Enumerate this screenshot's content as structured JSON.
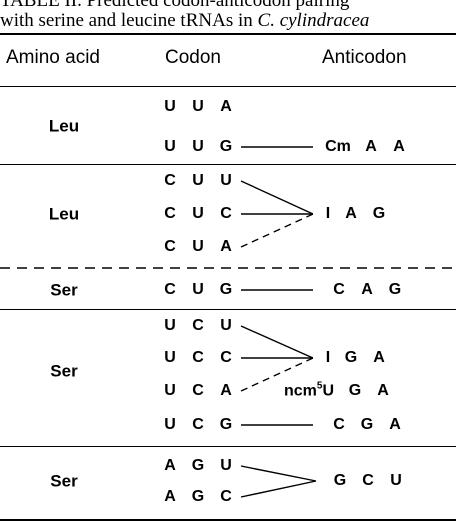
{
  "caption": {
    "line1": "TABLE II. Predicted codon-anticodon pairing",
    "line2_prefix": "with serine and leucine tRNAs in ",
    "line2_species": "C. cylindracea"
  },
  "headers": {
    "amino_acid": "Amino acid",
    "codon": "Codon",
    "anticodon": "Anticodon"
  },
  "groups": [
    {
      "amino_acid": "Leu",
      "codons": [
        {
          "letters": [
            "U",
            "U",
            "A"
          ],
          "anticodon": null
        },
        {
          "letters": [
            "U",
            "U",
            "G"
          ],
          "anticodon": {
            "modified": "Cm",
            "mod_sup": "",
            "letters": [
              "A",
              "A"
            ]
          },
          "link": "solid"
        }
      ]
    },
    {
      "amino_acid": "Leu",
      "codons": [
        {
          "letters": [
            "C",
            "U",
            "U"
          ],
          "link": "solid"
        },
        {
          "letters": [
            "C",
            "U",
            "C"
          ],
          "link": "solid"
        },
        {
          "letters": [
            "C",
            "U",
            "A"
          ],
          "link": "dashed"
        }
      ],
      "shared_anticodon": {
        "modified": "I",
        "mod_sup": "",
        "letters": [
          "A",
          "G"
        ]
      }
    },
    {
      "amino_acid": "Ser",
      "codons": [
        {
          "letters": [
            "C",
            "U",
            "G"
          ],
          "anticodon": {
            "modified": "",
            "mod_sup": "",
            "letters": [
              "C",
              "A",
              "G"
            ]
          },
          "link": "solid"
        }
      ]
    },
    {
      "amino_acid": "Ser",
      "codons": [
        {
          "letters": [
            "U",
            "C",
            "U"
          ],
          "link": "solid"
        },
        {
          "letters": [
            "U",
            "C",
            "C"
          ],
          "link": "solid"
        },
        {
          "letters": [
            "U",
            "C",
            "A"
          ],
          "link": "dashed",
          "anticodon": {
            "modified": "ncm",
            "mod_sup": "5",
            "mod_after": "U",
            "letters": [
              "G",
              "A"
            ]
          }
        },
        {
          "letters": [
            "U",
            "C",
            "G"
          ],
          "link": "solid",
          "anticodon": {
            "modified": "",
            "mod_sup": "",
            "letters": [
              "C",
              "G",
              "A"
            ]
          }
        }
      ],
      "shared_anticodon": {
        "modified": "I",
        "mod_sup": "",
        "letters": [
          "G",
          "A"
        ]
      }
    },
    {
      "amino_acid": "Ser",
      "codons": [
        {
          "letters": [
            "A",
            "G",
            "U"
          ],
          "link": "solid"
        },
        {
          "letters": [
            "A",
            "G",
            "C"
          ],
          "link": "solid"
        }
      ],
      "shared_anticodon": {
        "modified": "",
        "mod_sup": "",
        "letters": [
          "G",
          "C",
          "U"
        ]
      }
    }
  ]
}
